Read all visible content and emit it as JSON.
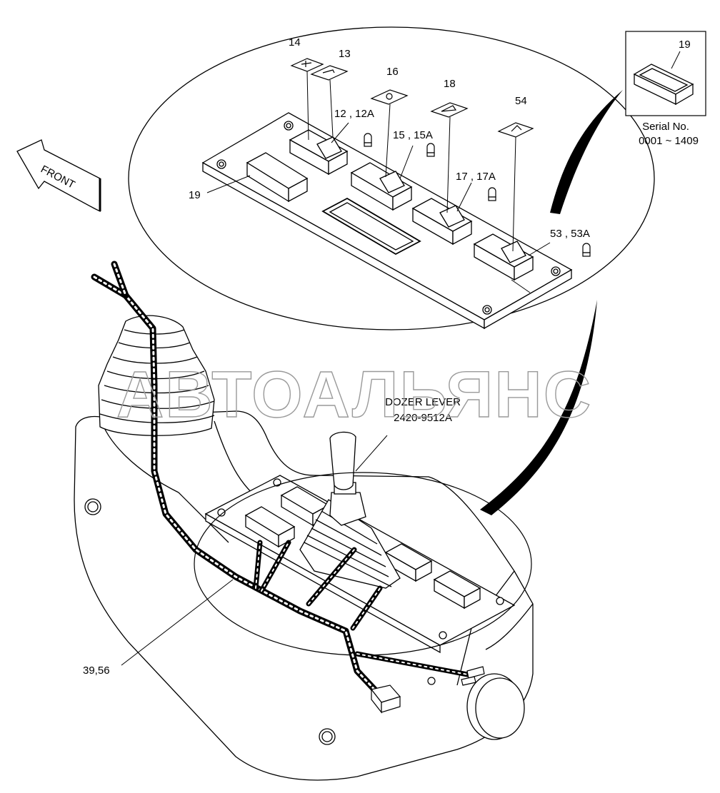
{
  "watermark": "АВТОАЛЬЯНС",
  "front_arrow": "FRONT",
  "callouts": {
    "c14": "14",
    "c13": "13",
    "c16": "16",
    "c18": "18",
    "c54": "54",
    "c12": "12 , 12A",
    "c15": "15 , 15A",
    "c17": "17 , 17A",
    "c53": "53 , 53A",
    "c19": "19",
    "c3956": "39,56"
  },
  "inset": {
    "part": "19",
    "serial_title": "Serial No.",
    "serial_range": "0001 ~ 1409"
  },
  "dozer_lever": {
    "name": "DOZER LEVER",
    "part_no": "2420-9512A"
  }
}
